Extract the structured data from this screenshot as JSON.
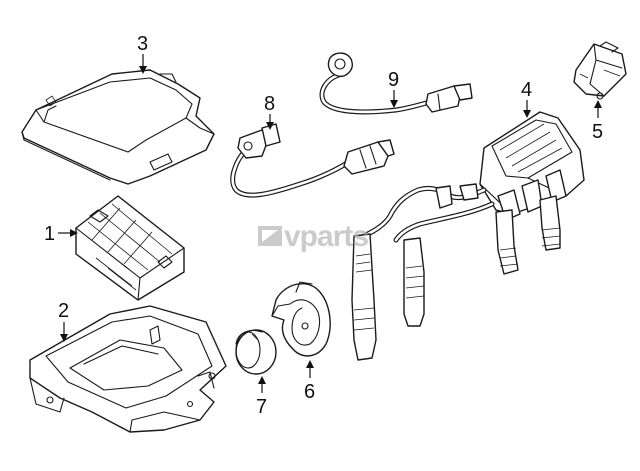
{
  "watermark": {
    "text": "vparts"
  },
  "callouts": [
    {
      "id": "1",
      "label": "1"
    },
    {
      "id": "2",
      "label": "2"
    },
    {
      "id": "3",
      "label": "3"
    },
    {
      "id": "4",
      "label": "4"
    },
    {
      "id": "5",
      "label": "5"
    },
    {
      "id": "6",
      "label": "6"
    },
    {
      "id": "7",
      "label": "7"
    },
    {
      "id": "8",
      "label": "8"
    },
    {
      "id": "9",
      "label": "9"
    }
  ]
}
